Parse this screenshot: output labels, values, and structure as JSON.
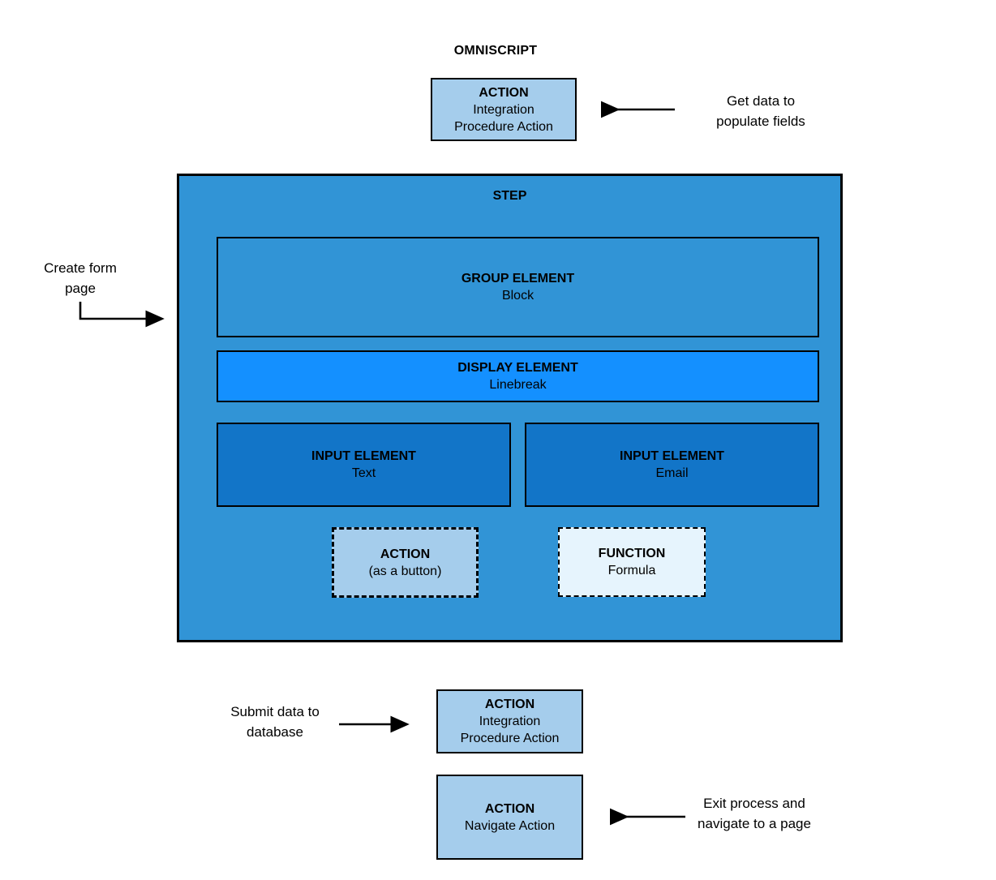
{
  "diagram": {
    "title": "OMNISCRIPT",
    "type": "structure-diagram"
  },
  "top_action": {
    "title": "ACTION",
    "subtitle": "Integration\nProcedure Action",
    "fill": "#a5cdec"
  },
  "annotations": {
    "get_data": "Get data to\npopulate fields",
    "create_form": "Create form\npage",
    "submit_data": "Submit data to\ndatabase",
    "exit_process": "Exit process and\nnavigate to a page"
  },
  "step": {
    "label": "STEP",
    "fill": "#3194d6",
    "children": [
      {
        "title": "GROUP ELEMENT",
        "subtitle": "Block",
        "fill": "#3194d6",
        "border": "solid"
      },
      {
        "title": "DISPLAY ELEMENT",
        "subtitle": "Linebreak",
        "fill": "#1490ff",
        "border": "solid"
      },
      {
        "title": "INPUT ELEMENT",
        "subtitle": "Text",
        "fill": "#1275c8",
        "border": "solid"
      },
      {
        "title": "INPUT ELEMENT",
        "subtitle": "Email",
        "fill": "#1275c8",
        "border": "solid"
      },
      {
        "title": "ACTION",
        "subtitle": "(as a button)",
        "fill": "#a5cdec",
        "border": "dashed"
      },
      {
        "title": "FUNCTION",
        "subtitle": "Formula",
        "fill": "#e6f4fd",
        "border": "dotted"
      }
    ]
  },
  "bottom_actions": [
    {
      "title": "ACTION",
      "subtitle": "Integration\nProcedure Action",
      "fill": "#a5cdec"
    },
    {
      "title": "ACTION",
      "subtitle": "Navigate Action",
      "fill": "#a5cdec"
    }
  ]
}
